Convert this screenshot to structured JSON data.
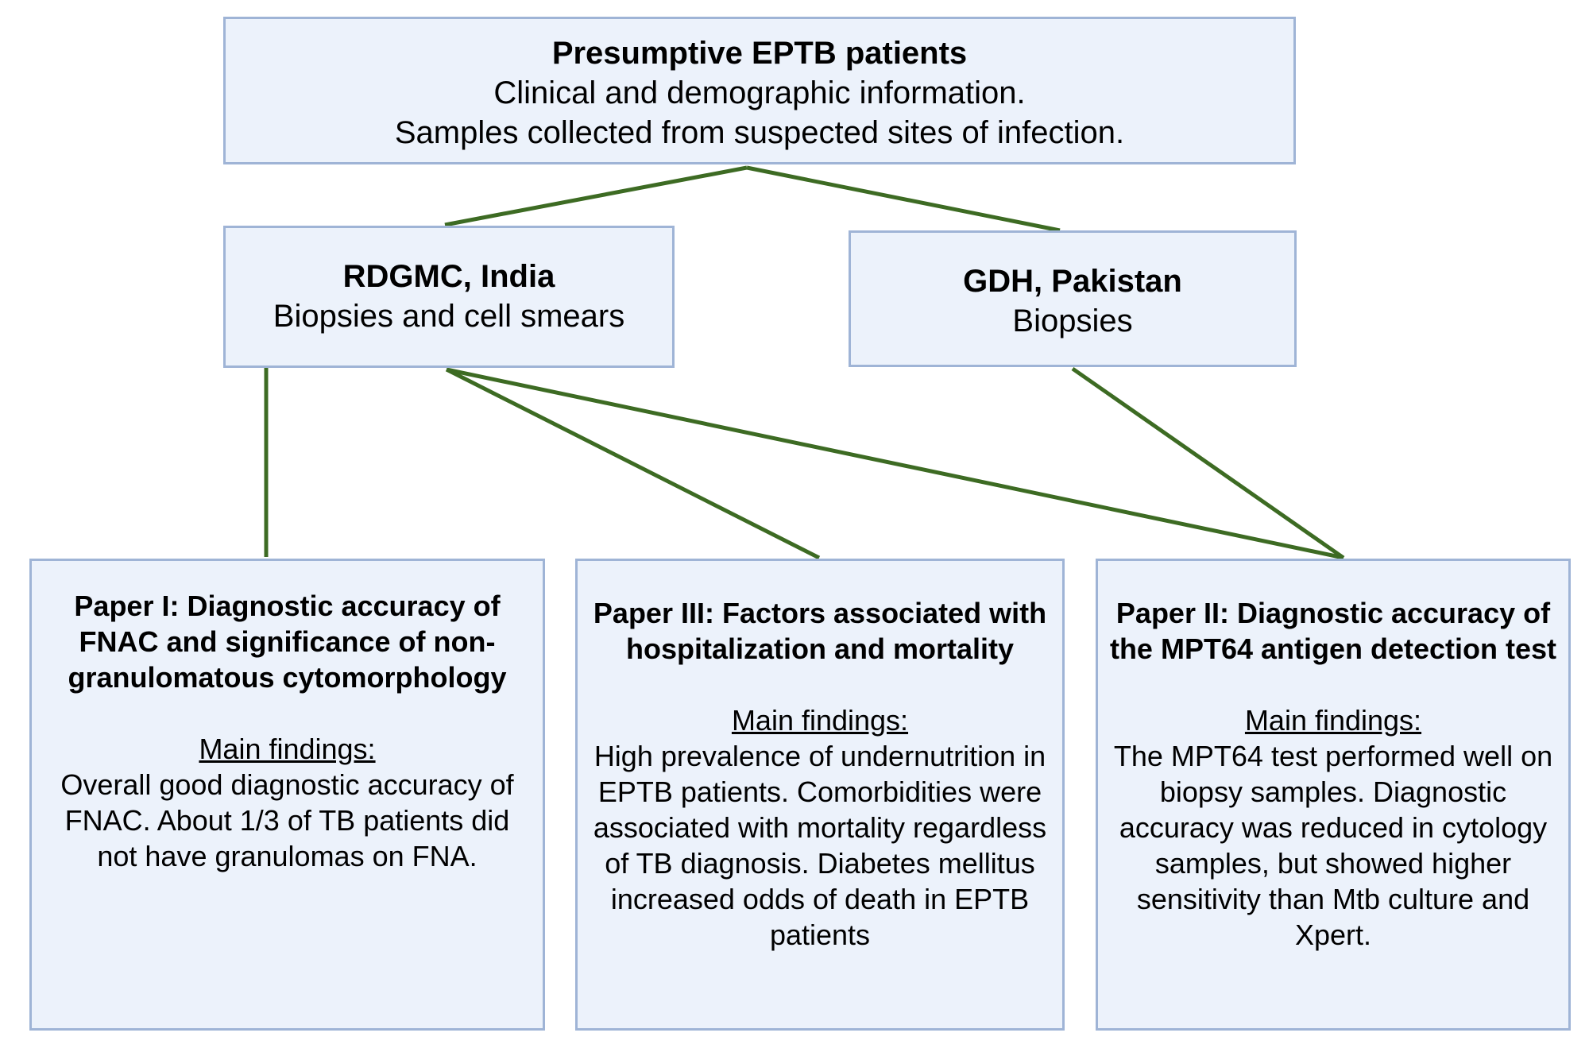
{
  "nodes": {
    "top": {
      "title": "Presumptive EPTB patients",
      "line1": "Clinical and demographic information.",
      "line2": "Samples collected from suspected sites of infection."
    },
    "india": {
      "title": "RDGMC, India",
      "line1": "Biopsies and cell smears"
    },
    "pakistan": {
      "title": "GDH, Pakistan",
      "line1": "Biopsies"
    },
    "paper1": {
      "title": "Paper I: Diagnostic accuracy of FNAC and significance of non-granulomatous cytomorphology",
      "findings_label": "Main findings:",
      "findings": "Overall good diagnostic accuracy of FNAC. About 1/3 of TB patients did not have granulomas on FNA."
    },
    "paper3": {
      "title": "Paper III: Factors associated with hospitalization and mortality",
      "findings_label": "Main findings:",
      "findings": "High prevalence of undernutrition in EPTB patients. Comorbidities were associated with mortality regardless of TB diagnosis. Diabetes mellitus increased odds of death in EPTB patients"
    },
    "paper2": {
      "title": "Paper II: Diagnostic accuracy of the MPT64 antigen detection test",
      "findings_label": "Main findings:",
      "findings": "The MPT64 test performed well on biopsy samples. Diagnostic accuracy was reduced in cytology samples, but showed higher sensitivity than Mtb culture and Xpert."
    }
  },
  "colors": {
    "connector": "#3d6b23",
    "box_fill": "#ecf2fb",
    "box_border": "#9fb4d6"
  }
}
